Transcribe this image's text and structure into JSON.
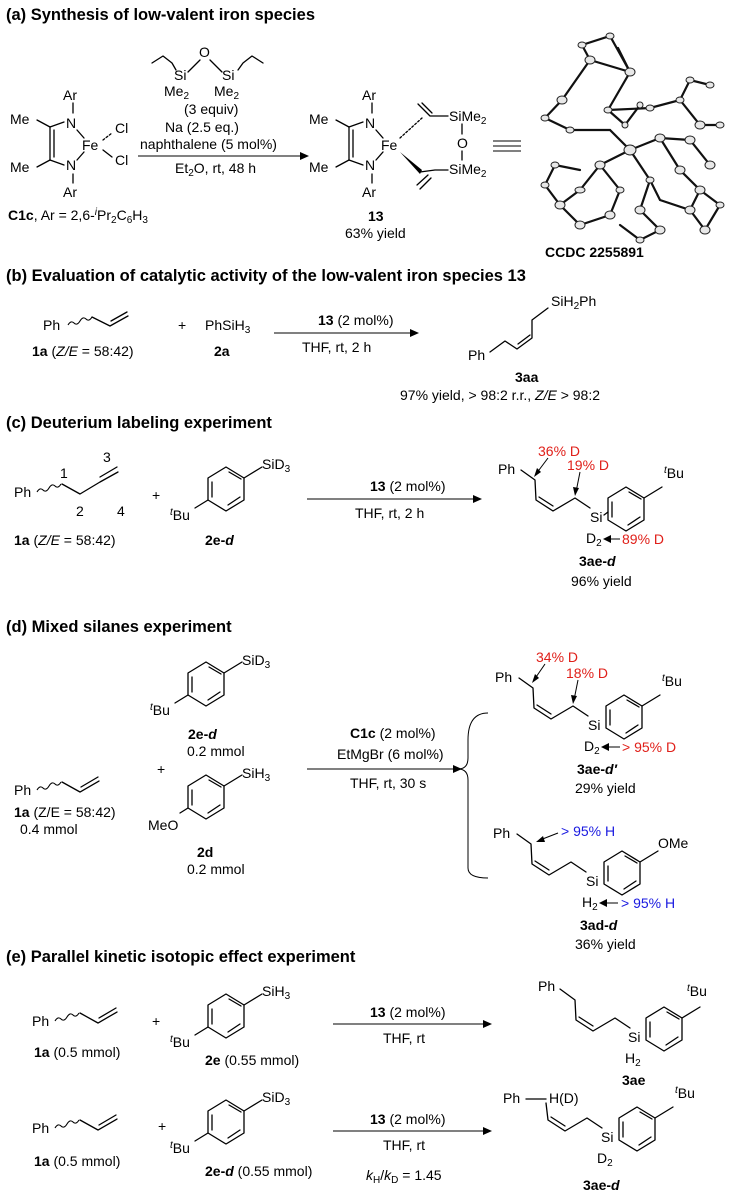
{
  "sections": {
    "a": "(a) Synthesis of low-valent iron species",
    "b": "(b) Evaluation of catalytic activity of the low-valent iron species 13",
    "c": "(c) Deuterium labeling experiment",
    "d": "(d) Mixed silanes experiment",
    "e": "(e) Parallel kinetic isotopic effect experiment"
  },
  "a": {
    "Me": "Me",
    "Ar": "Ar",
    "N": "N",
    "Fe": "Fe",
    "Cl": "Cl",
    "O": "O",
    "Si": "Si",
    "Me2": "Me",
    "SiMe2": "SiMe",
    "equiv": "(3 equiv)",
    "na": "Na (2.5 eq.)",
    "naph": "naphthalene (5 mol%)",
    "cond_pre": "Et",
    "cond_post": "O, rt, 48 h",
    "c1c": "C1c",
    "c1c_rest": ", Ar = 2,6-",
    "c1c_i": "i",
    "c1c_rest2": "Pr",
    "c1c_rest3": "C",
    "c1c_rest4": "H",
    "cpd": "13",
    "yield": "63% yield",
    "ccdc": "CCDC 2255891"
  },
  "b": {
    "ph": "Ph",
    "plus": "+",
    "silane": "PhSiH",
    "cat": "13",
    "cat_rest": " (2 mol%)",
    "cond": "THF, rt, 2 h",
    "s1": "1a",
    "s1_ratio_pre": " (",
    "ZE": "Z/E",
    "s1_ratio": " = 58:42)",
    "s2": "2a",
    "prod": "3aa",
    "prod_sub": "SiH",
    "prod_sub2": "Ph",
    "result_pre": "97% yield,  > 98:2 r.r., ",
    "result_post": " > 98:2"
  },
  "c": {
    "n1": "1",
    "n2": "2",
    "n3": "3",
    "n4": "4",
    "tBu": "Bu",
    "t": "t",
    "SiD": "SiD",
    "s1": "1a",
    "s1_ratio": " = 58:42)",
    "s2": "2e-",
    "d": "d",
    "cat": "13",
    "cat_rest": " (2 mol%)",
    "cond": "THF, rt, 2 h",
    "lab1": "36% D",
    "lab2": "19% D",
    "lab3": "89% D",
    "prod": "3ae-",
    "yield": "96% yield",
    "Si": "Si",
    "D2": "D"
  },
  "d": {
    "s2a": "2e-",
    "s2a_amt": "0.2 mmol",
    "s2b": "2d",
    "s2b_amt": "0.2 mmol",
    "s1": "1a",
    "s1_ratio": " (Z/E = 58:42)",
    "s1_amt": "0.4 mmol",
    "MeO": "MeO",
    "OMe": "OMe",
    "SiH3": "SiH",
    "cat": "C1c",
    "cat_rest": " (2 mol%)",
    "grig": "EtMgBr (6 mol%)",
    "cond": "THF, rt, 30 s",
    "lab1": "34% D",
    "lab2": "18% D",
    "lab3": "> 95% D",
    "lab4": "> 95% H",
    "lab5": "> 95% H",
    "p1": "3ae-",
    "p1_suffix": "d′",
    "p1_yield": "29% yield",
    "p2": "3ad-",
    "p2_yield": "36% yield",
    "H2": "H"
  },
  "e": {
    "s1": "1a",
    "s1_amt": " (0.5 mmol)",
    "s2": "2e",
    "s2_amt": " (0.55 mmol)",
    "s2d": "2e-",
    "cat": "13",
    "cat_rest": " (2 mol%)",
    "cond": "THF, rt",
    "p1": "3ae",
    "p2": "3ae-",
    "HD": "H(D)",
    "kie_k": "k",
    "kie_H": "H",
    "kie_D": "D",
    "kie_val": " = 1.45"
  }
}
